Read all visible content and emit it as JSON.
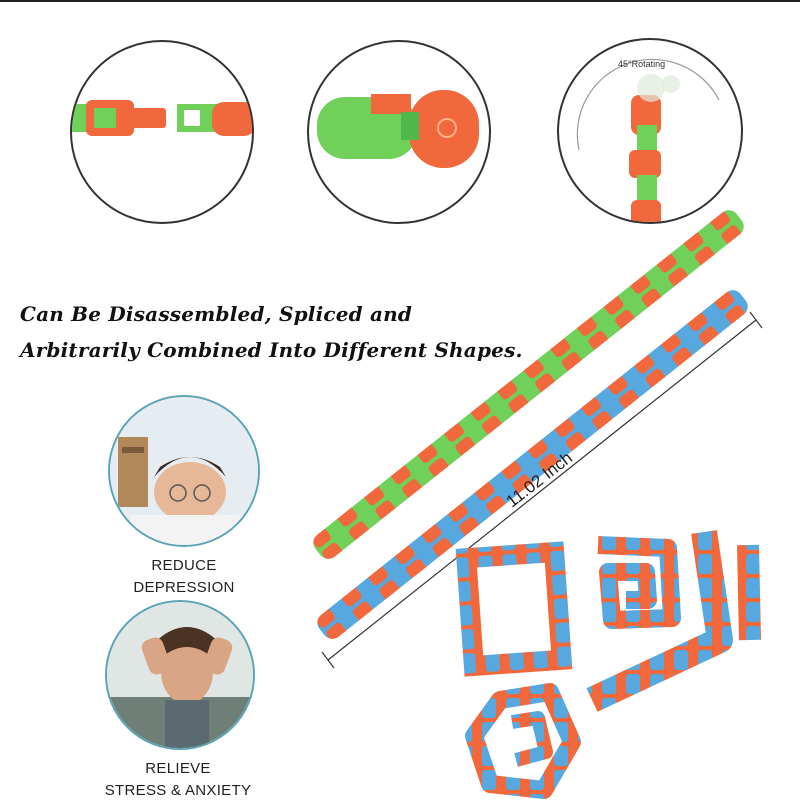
{
  "slogan": {
    "line1": "Can Be Disassembled, Spliced and",
    "line2": "Arbitrarily Combined Into Different Shapes."
  },
  "rotation_label": "45°Rotating",
  "length_label": "11.02 Inch",
  "benefits": [
    {
      "line1": "REDUCE",
      "line2": "DEPRESSION"
    },
    {
      "line1": "RELIEVE",
      "line2": "STRESS & ANXIETY"
    }
  ],
  "colors": {
    "orange": "#f0683c",
    "green": "#6fd05a",
    "blue": "#58a8e0",
    "photo_ring": "#5aa4b5"
  }
}
